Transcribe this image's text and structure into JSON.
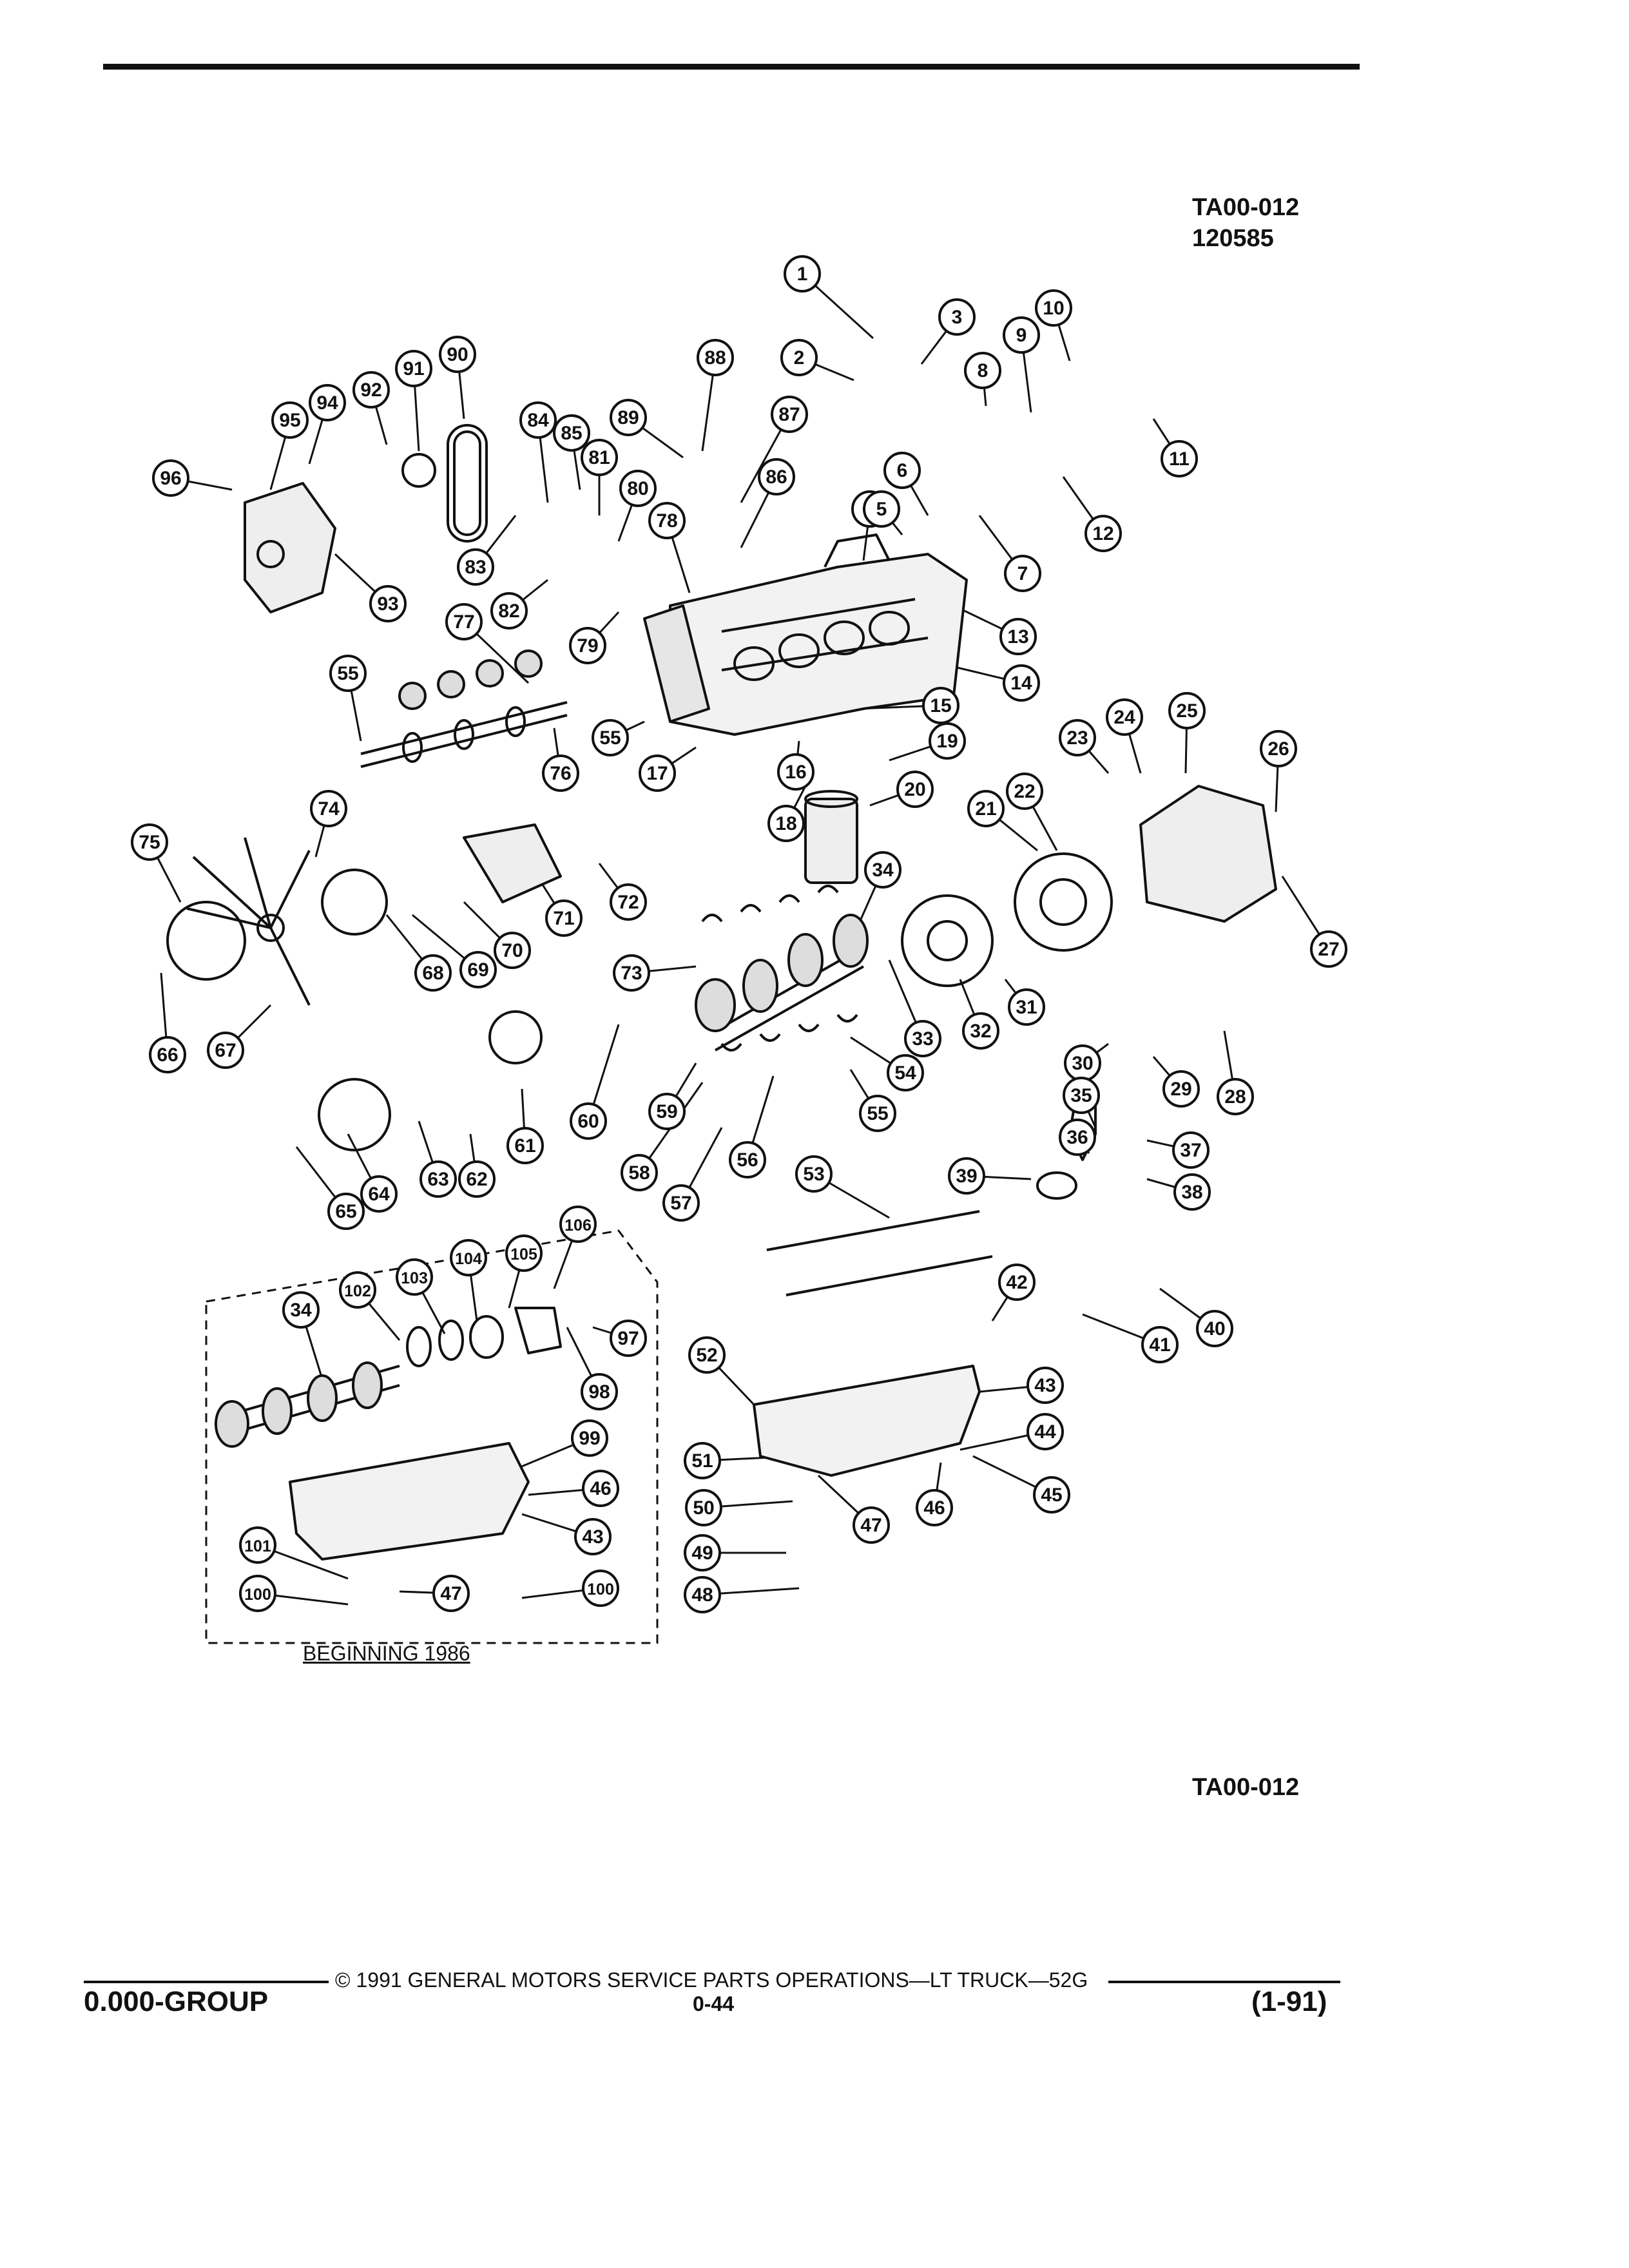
{
  "drawing_id_top": [
    "TA00-012",
    "120585"
  ],
  "drawing_id_bottom": "TA00-012",
  "inset_caption": "BEGINNING 1986",
  "footer": {
    "copyright": "© 1991 GENERAL MOTORS SERVICE PARTS OPERATIONS—LT TRUCK—52G",
    "page_number": "0-44",
    "group": "0.000-GROUP",
    "date_code": "(1-91)"
  },
  "callouts": [
    "1",
    "2",
    "3",
    "4",
    "5",
    "6",
    "7",
    "8",
    "9",
    "10",
    "11",
    "12",
    "13",
    "14",
    "15",
    "16",
    "17",
    "18",
    "19",
    "20",
    "21",
    "22",
    "23",
    "24",
    "25",
    "26",
    "27",
    "28",
    "29",
    "30",
    "31",
    "32",
    "33",
    "34",
    "34",
    "35",
    "36",
    "37",
    "38",
    "39",
    "40",
    "41",
    "42",
    "43",
    "43",
    "44",
    "45",
    "46",
    "46",
    "47",
    "47",
    "48",
    "49",
    "50",
    "51",
    "52",
    "53",
    "54",
    "55",
    "55",
    "55",
    "56",
    "57",
    "58",
    "59",
    "60",
    "61",
    "62",
    "63",
    "64",
    "65",
    "66",
    "67",
    "68",
    "69",
    "70",
    "71",
    "72",
    "73",
    "74",
    "75",
    "76",
    "77",
    "78",
    "79",
    "80",
    "81",
    "82",
    "83",
    "84",
    "85",
    "86",
    "87",
    "88",
    "89",
    "90",
    "91",
    "92",
    "93",
    "94",
    "95",
    "96",
    "97",
    "98",
    "99",
    "100",
    "100",
    "101",
    "102",
    "103",
    "104",
    "105",
    "106"
  ]
}
